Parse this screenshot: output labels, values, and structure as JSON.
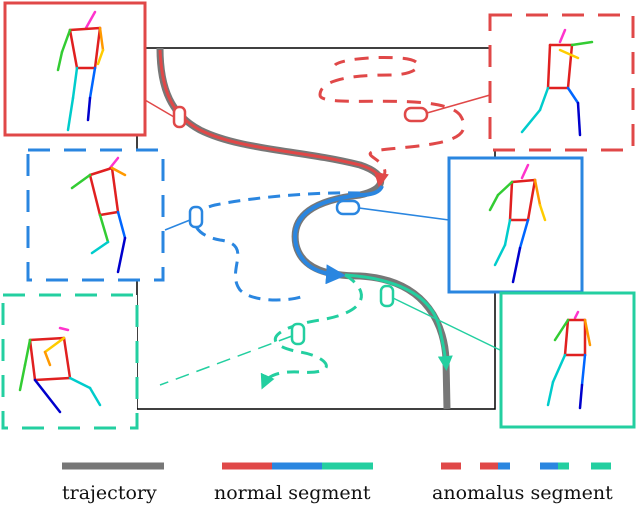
{
  "colors": {
    "trajectory": "#777777",
    "red": "#e04848",
    "blue": "#2a86e0",
    "green": "#23cfa0",
    "frame": "#000000"
  },
  "legend": {
    "trajectory_label": "trajectory",
    "normal_label": "normal segment",
    "anomalous_label": "anomalus segment"
  },
  "pose_panels": [
    {
      "id": "red-normal",
      "color": "red",
      "style": "solid"
    },
    {
      "id": "red-anomalous",
      "color": "red",
      "style": "dashed"
    },
    {
      "id": "blue-anomalous",
      "color": "blue",
      "style": "dashed"
    },
    {
      "id": "blue-normal",
      "color": "blue",
      "style": "solid"
    },
    {
      "id": "green-anomalous",
      "color": "green",
      "style": "dashed"
    },
    {
      "id": "green-normal",
      "color": "green",
      "style": "solid"
    }
  ]
}
